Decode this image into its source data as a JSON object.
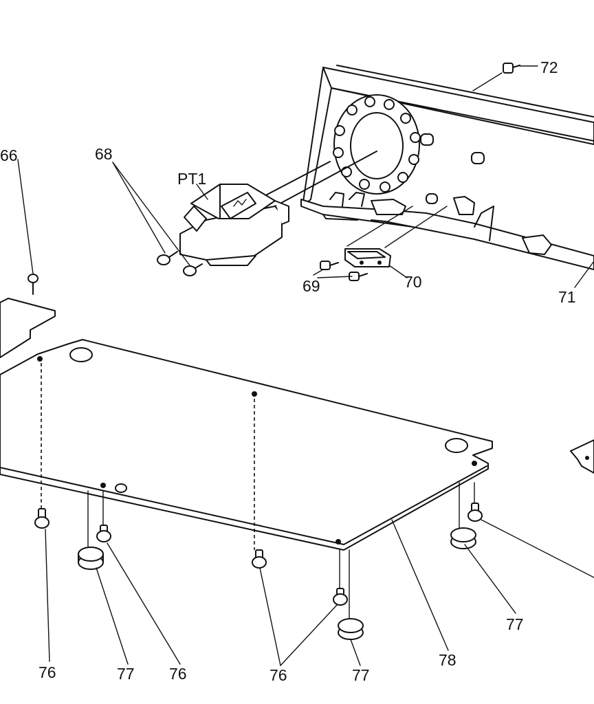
{
  "callouts": {
    "c66": "66",
    "c68": "68",
    "pt1": "PT1",
    "c72": "72",
    "c69": "69",
    "c70": "70",
    "c71": "71",
    "c76a": "76",
    "c77a": "77",
    "c76b": "76",
    "c76c": "76",
    "c77b": "77",
    "c78": "78",
    "c77c": "77"
  }
}
